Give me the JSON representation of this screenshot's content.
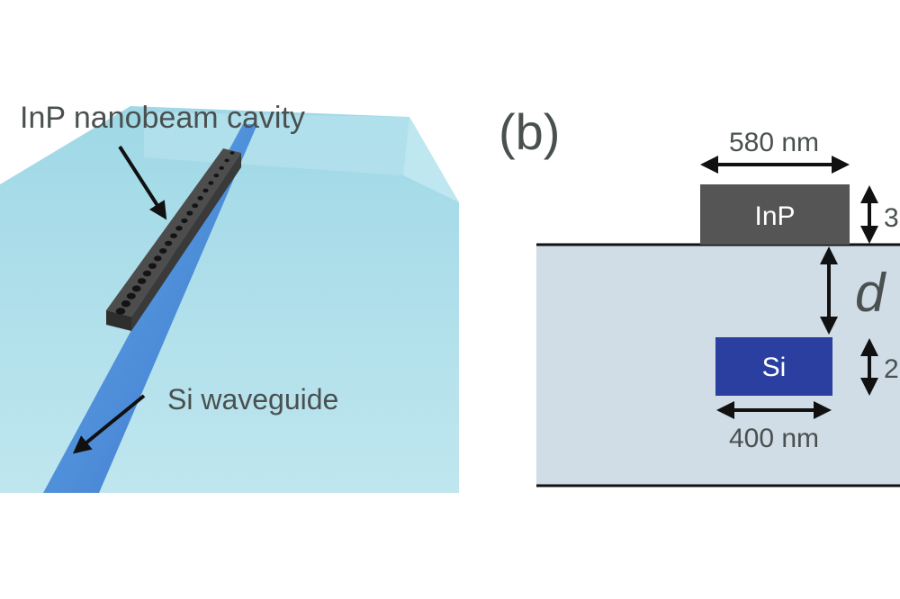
{
  "panel_a": {
    "cavity_label": "InP nanobeam cavity",
    "waveguide_label": "Si waveguide"
  },
  "panel_b": {
    "panel_label": "(b)",
    "inp_width_label": "580 nm",
    "inp_label": "InP",
    "inp_thickness_label": "3",
    "gap_label": "d",
    "si_label": "Si",
    "si_thickness_label": "2",
    "si_width_label": "400 nm"
  },
  "colors": {
    "cladding_3d": "#a9dde8",
    "cladding_side": "#bfe6ee",
    "waveguide_blue": "#2f66c8",
    "inp_gray": "#555555",
    "si_blue": "#2b3fa0",
    "oxide_fill": "#d0dce6",
    "label_text": "#4a5050"
  }
}
